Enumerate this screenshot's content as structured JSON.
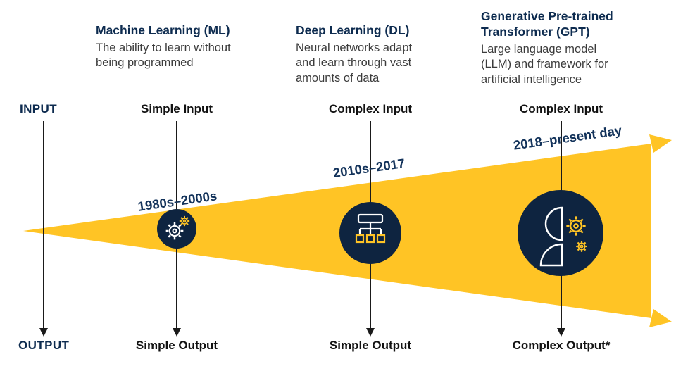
{
  "axis": {
    "input": "INPUT",
    "output": "OUTPUT"
  },
  "columns": [
    {
      "title": "Machine Learning (ML)",
      "description": "The ability to learn without being programmed",
      "input": "Simple Input",
      "era": "1980s–2000s",
      "output": "Simple Output",
      "icon": "gears-icon"
    },
    {
      "title": "Deep Learning (DL)",
      "description": "Neural networks adapt and learn through vast amounts of data",
      "input": "Complex Input",
      "era": "2010s–2017",
      "output": "Simple Output",
      "icon": "network-hierarchy-icon"
    },
    {
      "title": "Generative Pre-trained Transformer (GPT)",
      "description": "Large language model (LLM) and framework for artificial intelligence",
      "input": "Complex Input",
      "era": "2018–present day",
      "output": "Complex Output*",
      "icon": "person-gears-icon"
    }
  ],
  "colors": {
    "navy": "#0E2A47",
    "gold": "#FFC425",
    "line": "#1A1A1A",
    "body_text": "#3C3C3C"
  }
}
